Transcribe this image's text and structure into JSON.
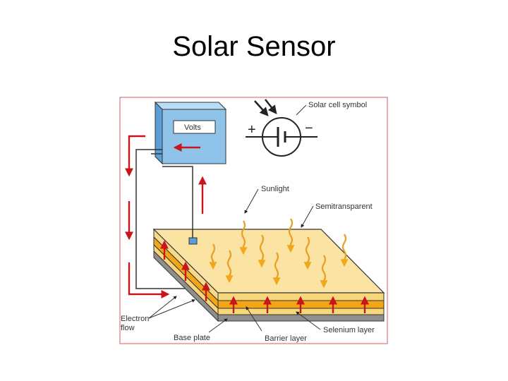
{
  "slide": {
    "title": "Solar Sensor"
  },
  "diagram": {
    "labels": {
      "volts": "Volts",
      "solar_cell_symbol": "Solar cell symbol",
      "plus": "+",
      "minus": "−",
      "sunlight": "Sunlight",
      "semitransparent": "Semitransparent",
      "electron_line1": "Electron",
      "electron_line2": "flow",
      "base_plate": "Base plate",
      "barrier_layer": "Barrier layer",
      "selenium_layer": "Selenium layer"
    },
    "colors": {
      "meter_front": "#8fc3ea",
      "meter_side": "#5a9fd8",
      "meter_top": "#b9dcf5",
      "top_face": "#fbe3a3",
      "layer_light": "#f8d77a",
      "layer_orange": "#f2a515",
      "layer_gray": "#8f8f8f",
      "arrow_red": "#c9141b",
      "sun_wave": "#e8a020",
      "frame": "#d55a5a"
    }
  }
}
